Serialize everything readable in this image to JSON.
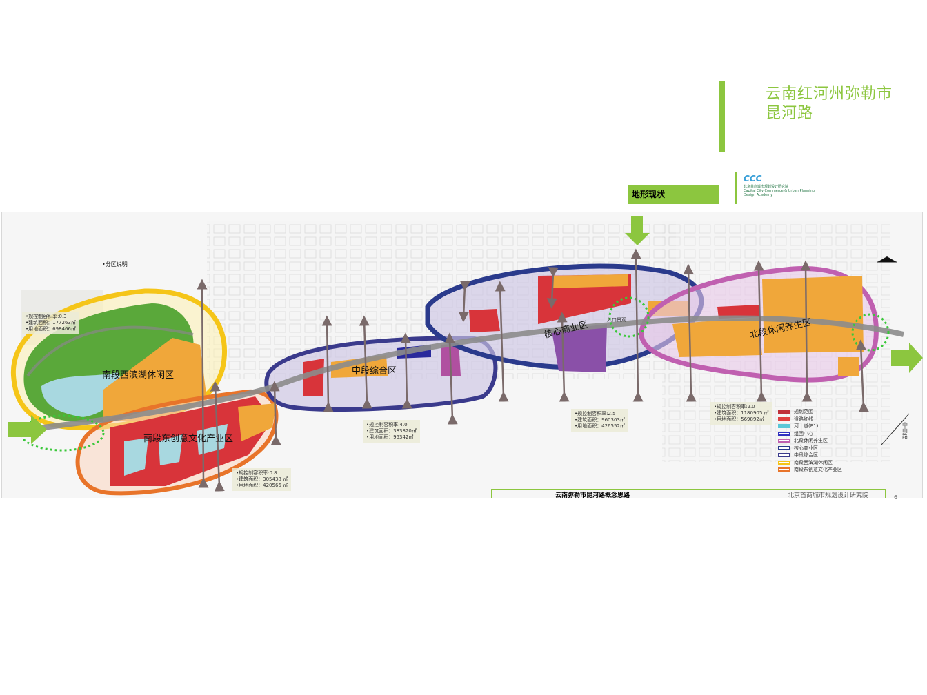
{
  "colors": {
    "accent": "#8cc63f",
    "south_west_zone": "#f5c518",
    "south_east_zone": "#e8742a",
    "middle_zone": "#3a3a8c",
    "core_zone": "#2a3a8c",
    "north_zone": "#c060b0",
    "residential": "#f0a73a",
    "commercial": "#d8343a",
    "green": "#5aa83a",
    "water": "#a8d8e0"
  },
  "header": {
    "title_line1": "云南红河州弥勒市",
    "title_line2": "昆河路"
  },
  "logo": {
    "mark": "CCC",
    "name_cn": "北京首商城市规划设计研究院",
    "name_en_1": "Capital City Commerce & Urban Planning",
    "name_en_2": "Design Academy"
  },
  "section_tag": "地形现状",
  "map": {
    "legend_heading": "•分区说明",
    "zones": {
      "sw": "南段西滨湖休闲区",
      "se": "南段东创意文化产业区",
      "mid": "中段综合区",
      "core": "核心商业区",
      "north": "北段休闲养生区"
    },
    "stats": [
      {
        "far": "•规控制容积率:0.3",
        "area": "•建筑面积：177263㎡",
        "land": "•用地面积：698466㎡"
      },
      {
        "far": "•规控制容积率:0.8",
        "area": "•建筑面积：305438 ㎡",
        "land": "•用地面积：420566 ㎡"
      },
      {
        "far": "•规控制容积率:4.0",
        "area": "•建筑面积：383820㎡",
        "land": "•用地面积：95342㎡"
      },
      {
        "far": "•规控制容积率:2.5",
        "area": "•建筑面积：960303㎡",
        "land": "•用地面积：426552㎡"
      },
      {
        "far": "•规控制容积率:2.0",
        "area": "•建筑面积：1180905 ㎡",
        "land": "•用地面积：569892㎡"
      }
    ],
    "landmark": "入口景观",
    "road_label": "中山路",
    "legend": [
      {
        "label": "规划范围",
        "color": "#c0303a"
      },
      {
        "label": "道路红线",
        "color": "#e04040"
      },
      {
        "label": "河　道(E1)",
        "color": "#5ac8d8"
      },
      {
        "label": "组团中心",
        "color": "#3030c0"
      },
      {
        "label": "北段休闲养生区",
        "color": "#c060b0"
      },
      {
        "label": "核心商业区",
        "color": "#2a3a8c"
      },
      {
        "label": "中段综合区",
        "color": "#3a3a8c"
      },
      {
        "label": "南段西滨湖休闲区",
        "color": "#f5c518"
      },
      {
        "label": "南段东创意文化产业区",
        "color": "#e8742a"
      }
    ]
  },
  "footer": {
    "left": "云南弥勒市昆河路概念思路",
    "right": "北京首商城市规划设计研究院",
    "page": "6"
  }
}
